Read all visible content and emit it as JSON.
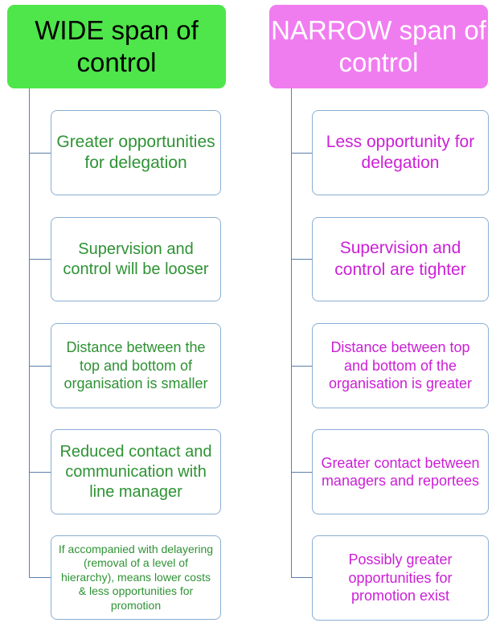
{
  "colors": {
    "wide_header_bg": "#4ee64a",
    "narrow_header_bg": "#f07df0",
    "wide_text": "#2e9234",
    "narrow_text": "#cc1fd6",
    "connector": "#5b7fa8",
    "box_border": "#8aaed3"
  },
  "wide": {
    "title": "WIDE span of control",
    "items": [
      "Greater opportunities for delegation",
      "Supervision and control will be looser",
      "Distance between the top and bottom of organisation is smaller",
      "Reduced contact and communication with line manager",
      "If accompanied with delayering (removal of a level of hierarchy), means lower costs & less opportunities for promotion"
    ]
  },
  "narrow": {
    "title": "NARROW span of control",
    "items": [
      "Less opportunity for delegation",
      "Supervision and control are tighter",
      "Distance between top and bottom of the organisation is greater",
      "Greater contact between managers and reportees",
      "Possibly greater opportunities for promotion exist"
    ]
  }
}
